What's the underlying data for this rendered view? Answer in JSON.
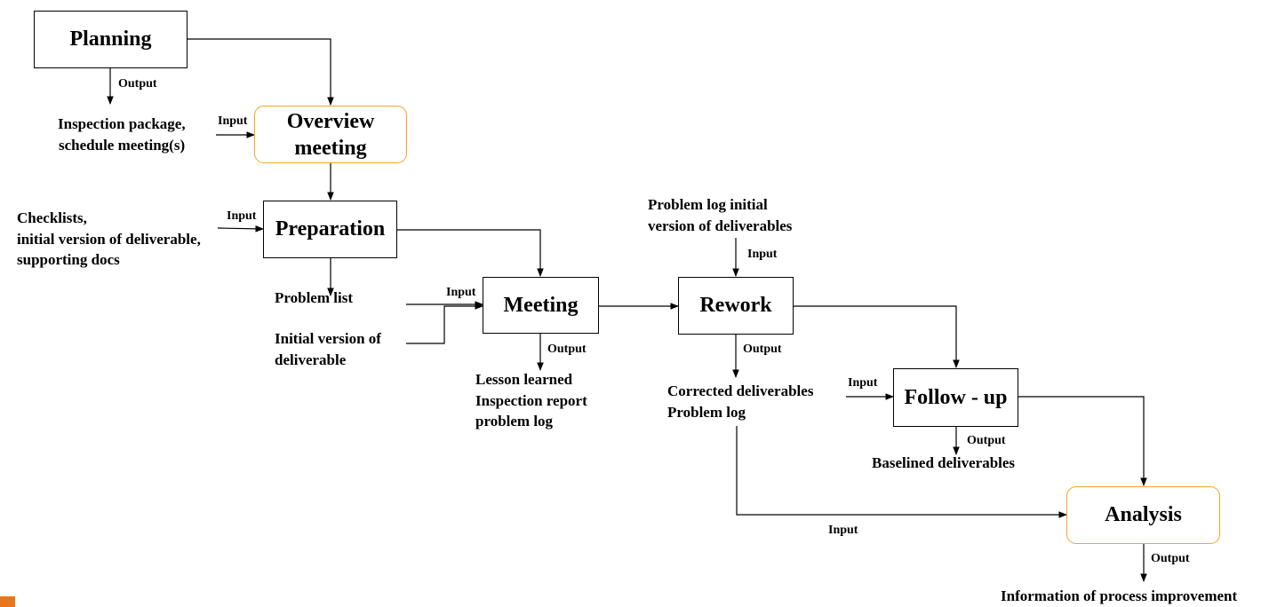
{
  "boxes": {
    "planning": "Planning",
    "overview": "Overview meeting",
    "preparation": "Preparation",
    "meeting": "Meeting",
    "rework": "Rework",
    "followup": "Follow - up",
    "analysis": "Analysis"
  },
  "labels": {
    "output": "Output",
    "input": "Input"
  },
  "notes": {
    "inspection_package": "Inspection package,",
    "schedule_meetings": "schedule meeting(s)",
    "checklists": "Checklists,",
    "initial_version_deliverable": "initial version of deliverable,",
    "supporting_docs": "supporting docs",
    "problem_list": "Problem list",
    "initial_version_of": "Initial version of",
    "deliverable": "deliverable",
    "lesson_learned": "Lesson learned",
    "inspection_report": "Inspection report",
    "problem_log_lower": "problem log",
    "problem_log_initial": "Problem log initial",
    "version_of_deliverables": "version of deliverables",
    "corrected_deliverables": "Corrected deliverables",
    "problem_log": "Problem log",
    "baselined_deliverables": "Baselined deliverables",
    "process_improvement": "Information of process improvement"
  },
  "colors": {
    "accent_border": "#f5a623",
    "line": "#000000",
    "corner_mark": "#e8761f"
  }
}
